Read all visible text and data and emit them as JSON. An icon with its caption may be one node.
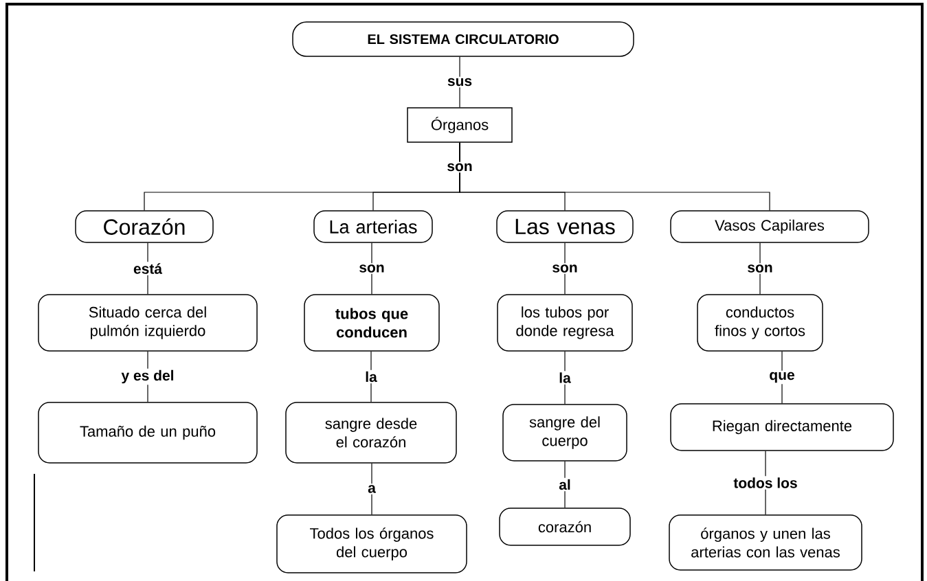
{
  "diagram": {
    "nodes": [
      {
        "text": [
          "EL SISTEMA CIRCULATORIO"
        ]
      },
      {
        "text": [
          "Órganos"
        ]
      },
      {
        "text": [
          "Corazón"
        ]
      },
      {
        "text": [
          "La arterias"
        ]
      },
      {
        "text": [
          "Las venas"
        ]
      },
      {
        "text": [
          "Vasos Capilares"
        ]
      },
      {
        "text": [
          "Situado cerca del pulmón izquierdo"
        ]
      },
      {
        "text": [
          "Tamaño de un puño"
        ]
      },
      {
        "text": [
          "tubos que conducen"
        ]
      },
      {
        "text": [
          "sangre desde el corazón"
        ]
      },
      {
        "text": [
          "Todos los órganos del cuerpo"
        ]
      },
      {
        "text": [
          "los tubos por donde regresa"
        ]
      },
      {
        "text": [
          "sangre del cuerpo"
        ]
      },
      {
        "text": [
          "corazón"
        ]
      },
      {
        "text": [
          "conductos finos y cortos"
        ]
      },
      {
        "text": [
          "Riegan directamente"
        ]
      },
      {
        "text": [
          "órganos y unen las arterias con las venas"
        ]
      }
    ],
    "edges": [
      {
        "from": 0,
        "to": 1,
        "arrow": "none",
        "label": "sus"
      },
      {
        "from": 1,
        "to": 2,
        "arrow": "none",
        "label": "son"
      },
      {
        "from": 1,
        "to": 3,
        "arrow": "none"
      },
      {
        "from": 1,
        "to": 4,
        "arrow": "none"
      },
      {
        "from": 1,
        "to": 5,
        "arrow": "none"
      },
      {
        "from": 2,
        "to": 6,
        "arrow": "none",
        "label": "está"
      },
      {
        "from": 6,
        "to": 7,
        "arrow": "none",
        "label": "y es del"
      },
      {
        "from": 3,
        "to": 8,
        "arrow": "none",
        "label": "son"
      },
      {
        "from": 8,
        "to": 9,
        "arrow": "none",
        "label": "la"
      },
      {
        "from": 9,
        "to": 10,
        "arrow": "none",
        "label": "a"
      },
      {
        "from": 4,
        "to": 11,
        "arrow": "none",
        "label": "son"
      },
      {
        "from": 11,
        "to": 12,
        "arrow": "none",
        "label": "la"
      },
      {
        "from": 12,
        "to": 13,
        "arrow": "none",
        "label": "al"
      },
      {
        "from": 5,
        "to": 14,
        "arrow": "none",
        "label": "son"
      },
      {
        "from": 14,
        "to": 15,
        "arrow": "none",
        "label": "que"
      },
      {
        "from": 15,
        "to": 16,
        "arrow": "none",
        "label": "todos los"
      }
    ]
  }
}
